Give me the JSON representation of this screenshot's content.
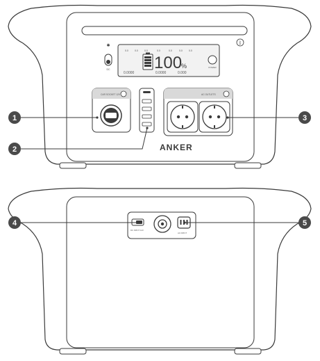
{
  "brand": {
    "logo_text": "ANKER"
  },
  "front": {
    "display": {
      "percent_value": "100",
      "percent_sign": "%",
      "top_labels": [
        "0.0",
        "0.0",
        "0.0",
        "0.0",
        "0.0",
        "0.0",
        "0.0"
      ],
      "readout_1": "0.0000",
      "readout_2": "0.0000",
      "readout_3": "0.000"
    },
    "car_socket_label": "CAR SOCKET 12V",
    "ac_outlets_label": "AC OUTLETS",
    "switch_label": "DC",
    "power_button_label": "POWER",
    "bluetooth_symbol": "ᛒ"
  },
  "rear": {
    "port4_label": "DC INPUT 12V",
    "port5_label": "AC INPUT"
  },
  "callouts": [
    {
      "number": "1"
    },
    {
      "number": "2"
    },
    {
      "number": "3"
    },
    {
      "number": "4"
    },
    {
      "number": "5"
    }
  ],
  "colors": {
    "outline": "#3a3a3a",
    "callout_fill": "#4a4a4a",
    "callout_text": "#ffffff",
    "panel_gray": "#d9d9d9",
    "display_bg": "#f2f2f2"
  }
}
